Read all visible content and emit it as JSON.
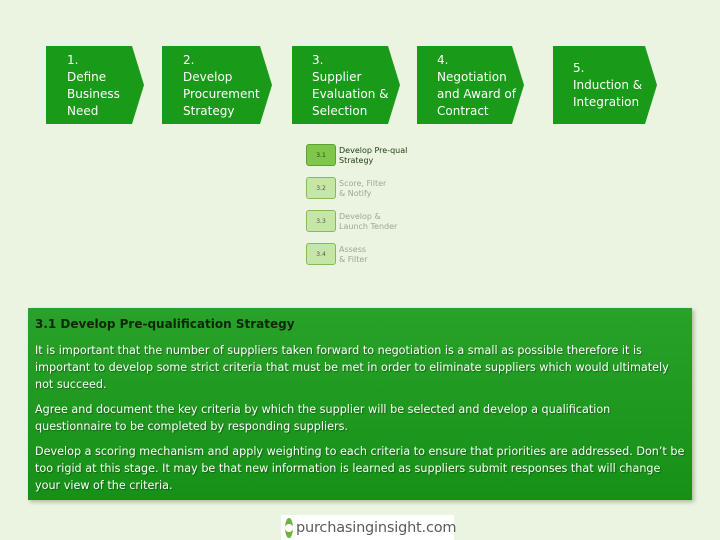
{
  "process_steps": [
    {
      "num": "1.",
      "label": "Define\nBusiness\nNeed"
    },
    {
      "num": "2.",
      "label": "Develop\nProcurement\nStrategy"
    },
    {
      "num": "3.",
      "label": "Supplier\nEvaluation &\nSelection"
    },
    {
      "num": "4.",
      "label": "Negotiation\nand Award of\nContract"
    },
    {
      "num": "5.",
      "label": "Induction &\nIntegration"
    }
  ],
  "sub_steps": [
    {
      "num": "3.1",
      "label": "Develop Pre-qual\nStrategy",
      "active": true
    },
    {
      "num": "3.2",
      "label": "Score, Filter\n& Notify",
      "active": false
    },
    {
      "num": "3.3",
      "label": "Develop &\nLaunch Tender",
      "active": false
    },
    {
      "num": "3.4",
      "label": "Assess\n& Filter",
      "active": false
    }
  ],
  "detail_panel": {
    "title": "3.1 Develop Pre-qualification Strategy",
    "paragraphs": [
      "It is important that the number of suppliers taken forward to negotiation is a small as possible therefore it is important to develop some strict criteria that must be met in order to eliminate suppliers which would ultimately not succeed.",
      "Agree and document the key criteria by which the supplier will be selected and develop a qualification questionnaire to be completed by responding suppliers.",
      "Develop a scoring mechanism and apply weighting to each criteria to ensure that priorities are addressed. Don’t be too rigid at this stage. It may be that new information is learned as suppliers submit responses that will change your view of the criteria."
    ]
  },
  "footer": {
    "logo_text": "purchasinginsight.com",
    "logo_icon": "purchasing-insight-logo-icon"
  },
  "colors": {
    "background": "#eaf4e0",
    "step_green": "#199a19",
    "panel_green": "#1e981e",
    "substep_active": "#7fc64b",
    "substep_inactive": "#c6e6a7"
  }
}
